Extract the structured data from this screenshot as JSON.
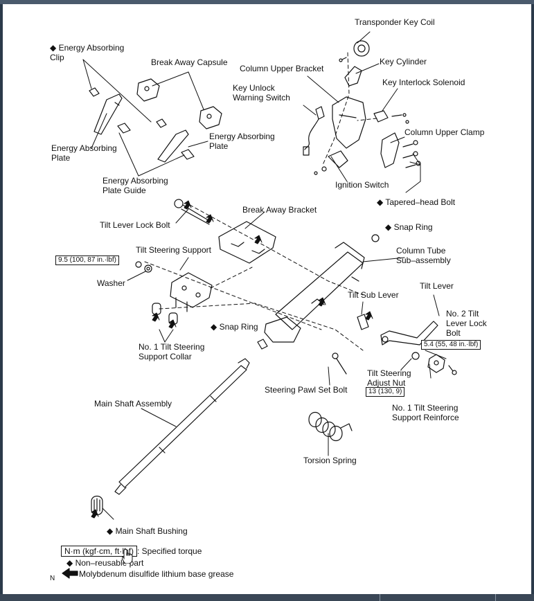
{
  "labels": {
    "transponder_key_coil": "Transponder Key Coil",
    "energy_absorbing_clip": "◆ Energy Absorbing Clip",
    "break_away_capsule": "Break Away Capsule",
    "key_cylinder": "Key Cylinder",
    "column_upper_bracket": "Column Upper Bracket",
    "key_unlock_warning_switch": "Key Unlock Warning Switch",
    "key_interlock_solenoid": "Key Interlock Solenoid",
    "column_upper_clamp": "Column Upper Clamp",
    "energy_absorbing_plate_left": "Energy Absorbing Plate",
    "energy_absorbing_plate_right": "Energy Absorbing Plate",
    "energy_absorbing_plate_guide": "Energy Absorbing Plate Guide",
    "ignition_switch": "Ignition Switch",
    "tapered_head_bolt": "◆ Tapered–head Bolt",
    "break_away_bracket": "Break Away Bracket",
    "tilt_lever_lock_bolt": "Tilt Lever Lock Bolt",
    "snap_ring_upper": "◆ Snap Ring",
    "tilt_steering_support": "Tilt Steering Support",
    "column_tube": "Column Tube Sub–assembly",
    "washer": "Washer",
    "tilt_lever": "Tilt Lever",
    "tilt_sub_lever": "Tilt Sub Lever",
    "no2_tilt_lever_lock_bolt": "No. 2 Tilt Lever Lock Bolt",
    "snap_ring_lower": "◆ Snap Ring",
    "no1_tilt_steering_support_collar": "No. 1 Tilt Steering Support Collar",
    "tilt_steering_adjust_nut": "Tilt Steering Adjust Nut",
    "steering_pawl_set_bolt": "Steering Pawl Set Bolt",
    "no1_tilt_steering_support_reinforce": "No. 1 Tilt Steering Support Reinforce",
    "main_shaft_assembly": "Main Shaft Assembly",
    "torsion_spring": "Torsion Spring",
    "main_shaft_bushing": "◆ Main Shaft Bushing"
  },
  "torques": {
    "tilt_support_nut": "9.5 (100, 87 in.·lbf)",
    "no2_lock_bolt": "5.4 (55, 48 in.·lbf)",
    "adjust_nut": "13 (130, 9)"
  },
  "legend": {
    "torque_box": "N·m (kgf·cm, ft·lbf)",
    "torque_text": ": Specified torque",
    "nonreusable_symbol": "◆",
    "nonreusable_text": "Non–reusable part",
    "grease_text": "Molybdenum disulfide lithium base grease",
    "corner_letter": "N"
  },
  "icons": {
    "nonreusable": "diamond-icon",
    "grease": "arrow-left-icon",
    "cursor": "hand-pointer-icon"
  },
  "colors": {
    "frame": "#2b3a4a",
    "sheet": "#ffffff",
    "ink": "#111111"
  }
}
